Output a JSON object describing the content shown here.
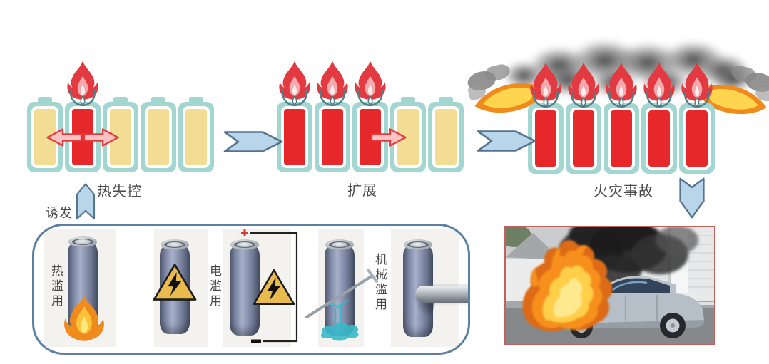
{
  "stages": [
    {
      "id": "thermal-runaway",
      "label": "热失控",
      "cells": [
        "normal",
        "burning",
        "normal",
        "normal",
        "normal"
      ],
      "spread_arrows": [
        {
          "cell": 1,
          "dir": "left"
        },
        {
          "cell": 1,
          "dir": "right"
        }
      ]
    },
    {
      "id": "propagation",
      "label": "扩展",
      "cells": [
        "burning",
        "burning",
        "burning",
        "normal",
        "normal"
      ],
      "spread_arrows": [
        {
          "cell": 2,
          "dir": "right"
        }
      ]
    },
    {
      "id": "fire-accident",
      "label": "火灾事故",
      "cells": [
        "burning",
        "burning",
        "burning",
        "burning",
        "burning"
      ],
      "spread_arrows": [],
      "smoke": true,
      "side_jets": true
    }
  ],
  "trigger_label": "诱发",
  "abuse_types": [
    {
      "label": "热滥用",
      "type": "thermal"
    },
    {
      "label": "电滥用",
      "type": "electrical"
    },
    {
      "label": "机械滥用",
      "type": "mechanical"
    }
  ],
  "colors": {
    "battery_frame": "#a2d6d0",
    "cell_normal": "#f3dd95",
    "cell_hot": "#e7282b",
    "flame_red": "#e23a40",
    "flame_inner": "#f4a9ac",
    "vent_stroke": "#4e7e87",
    "spread_arrow_fill": "#f9c3c3",
    "spread_arrow_stroke": "#e23a3e",
    "flow_arrow_fill": "#b9d5e9",
    "flow_arrow_stroke": "#54738f",
    "box_border": "#5c80a1",
    "photo_border": "#c1625f",
    "label_text": "#4a4a4a",
    "jet_flame_outer": "#ef8b1d",
    "jet_flame_inner": "#ffd44e",
    "warning_triangle": "#e9ba4d",
    "leak_liquid": "#38b9c9"
  }
}
